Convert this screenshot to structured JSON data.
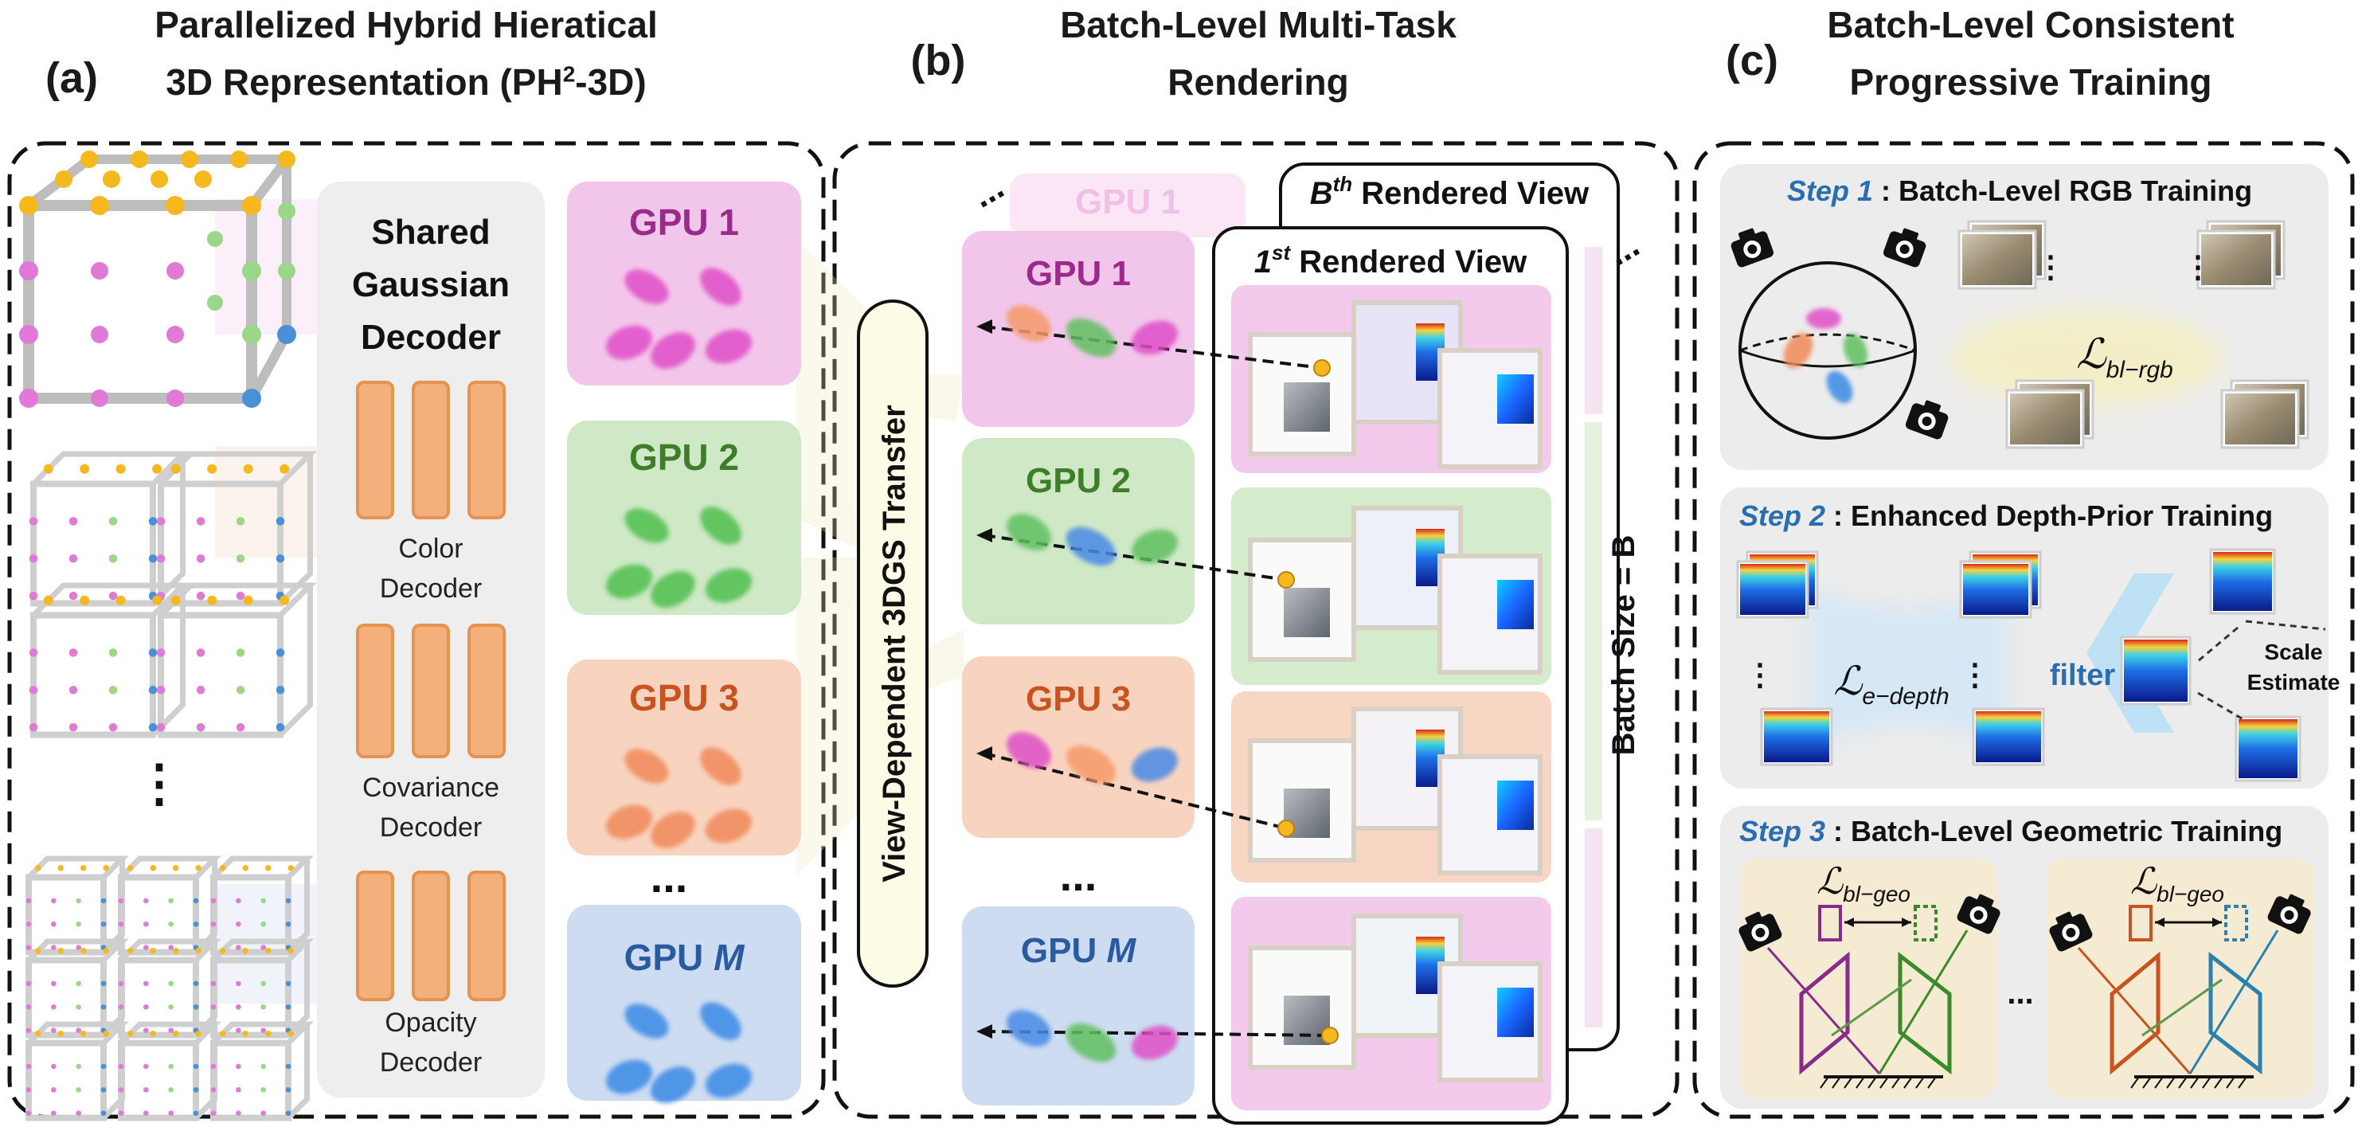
{
  "panel_a": {
    "letter": "(a)",
    "title_line1": "Parallelized Hybrid Hieratical",
    "title_line2_pre": "3D Representation (PH",
    "title_line2_sup": "2",
    "title_line2_post": "-3D)",
    "decoder_title": [
      "Shared",
      "Gaussian",
      "Decoder"
    ],
    "decoders": [
      [
        "Color",
        "Decoder"
      ],
      [
        "Covariance",
        "Decoder"
      ],
      [
        "Opacity",
        "Decoder"
      ]
    ],
    "gpus": [
      {
        "label": "GPU 1",
        "color": "#9c2a8a"
      },
      {
        "label": "GPU 2",
        "color": "#3e7d2a"
      },
      {
        "label": "GPU 3",
        "color": "#c8531e"
      },
      {
        "label_pre": "GPU ",
        "label_italic": "M",
        "color": "#2a5aa0"
      }
    ],
    "ellipsis": "...",
    "vellipsis": "⋮"
  },
  "panel_b": {
    "letter": "(b)",
    "title_line1": "Batch-Level Multi-Task",
    "title_line2": "Rendering",
    "transfer_label": "View-Dependent 3DGS Transfer",
    "bth_pre": "B",
    "bth_sup": "th",
    "bth_post": " Rendered View",
    "first_pre": "1",
    "first_sup": "st",
    "first_post": " Rendered View",
    "batch_size_label": "Batch Size = B",
    "gpus": [
      "GPU 1",
      "GPU 2",
      "GPU 3"
    ],
    "gpu_m_pre": "GPU ",
    "gpu_m_italic": "M",
    "ghost_gpu": "GPU 1",
    "ellipsis": "..."
  },
  "panel_c": {
    "letter": "(c)",
    "title_line1": "Batch-Level Consistent",
    "title_line2": "Progressive Training",
    "step1_label": "Step 1",
    "step1_text": " : Batch-Level RGB Training",
    "step2_label": "Step 2",
    "step2_text": " : Enhanced Depth-Prior Training",
    "step3_label": "Step 3",
    "step3_text": " : Batch-Level Geometric Training",
    "loss_rgb_main": "ℒ",
    "loss_rgb_sub": "bl−rgb",
    "loss_depth_main": "ℒ",
    "loss_depth_sub": "e−depth",
    "loss_geo_main": "ℒ",
    "loss_geo_sub": "bl−geo",
    "filter_label": "filter",
    "scale_line1": "Scale",
    "scale_line2": "Estimate",
    "ellipsis": "...",
    "vellipsis": "⋮",
    "step_color": "#2a6db0",
    "filter_color": "#2a6db0"
  }
}
